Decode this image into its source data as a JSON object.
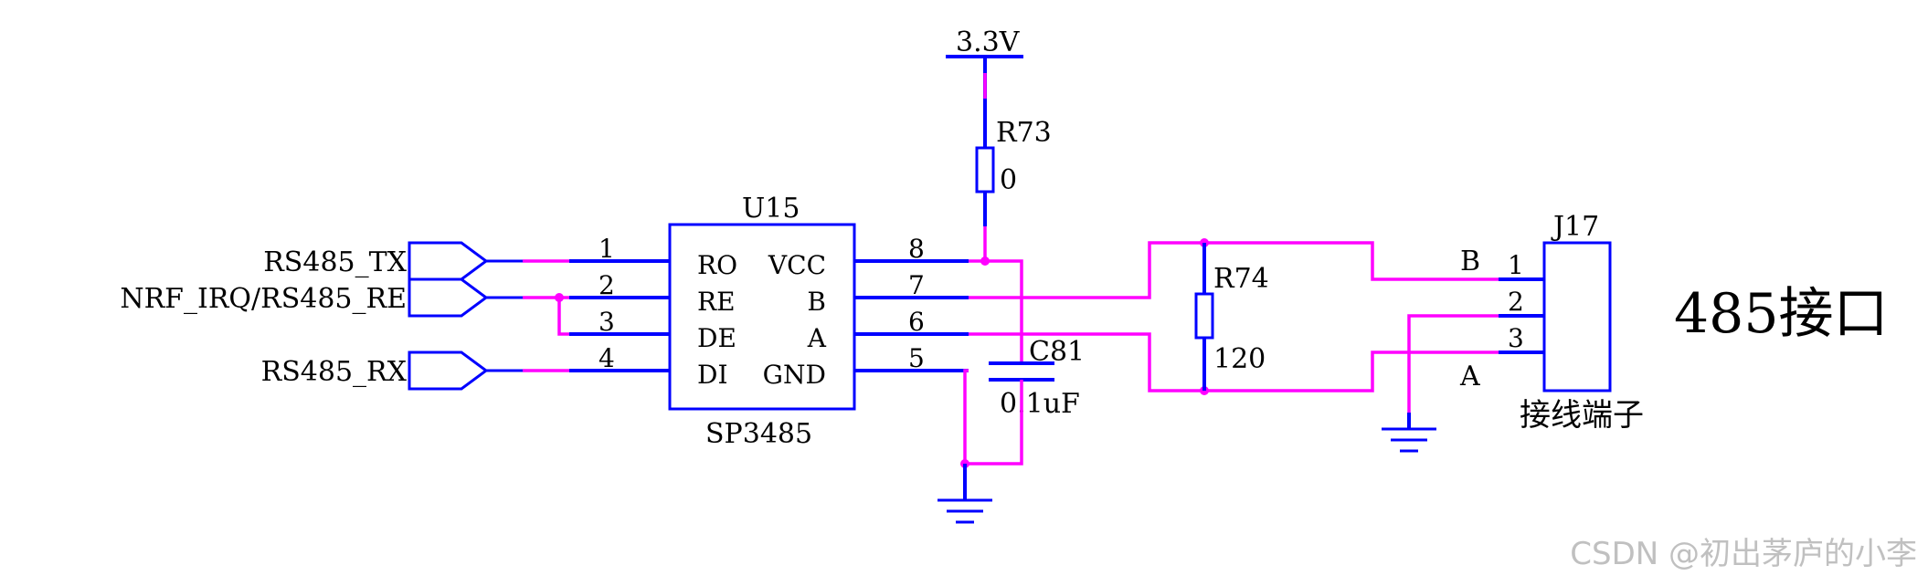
{
  "supply": {
    "label": "3.3V"
  },
  "r73": {
    "ref": "R73",
    "value": "0"
  },
  "r74": {
    "ref": "R74",
    "value": "120"
  },
  "c81": {
    "ref": "C81",
    "value": "0.1uF"
  },
  "u15": {
    "ref": "U15",
    "part": "SP3485",
    "left_pins": [
      {
        "num": "1",
        "name": "RO"
      },
      {
        "num": "2",
        "name": "RE"
      },
      {
        "num": "3",
        "name": "DE"
      },
      {
        "num": "4",
        "name": "DI"
      }
    ],
    "right_pins": [
      {
        "num": "8",
        "name": "VCC"
      },
      {
        "num": "7",
        "name": "B"
      },
      {
        "num": "6",
        "name": "A"
      },
      {
        "num": "5",
        "name": "GND"
      }
    ]
  },
  "ports": [
    {
      "label": "RS485_TX"
    },
    {
      "label": "NRF_IRQ/RS485_RE"
    },
    {
      "label": "RS485_RX"
    }
  ],
  "j17": {
    "ref": "J17",
    "desc": "接线端子",
    "pins": [
      "1",
      "2",
      "3"
    ],
    "net_b": "B",
    "net_a": "A"
  },
  "title": "485接口",
  "watermark": "CSDN @初出茅庐的小李",
  "colors": {
    "component": "#0000ff",
    "wire": "#ff00ff",
    "text": "#000000"
  }
}
